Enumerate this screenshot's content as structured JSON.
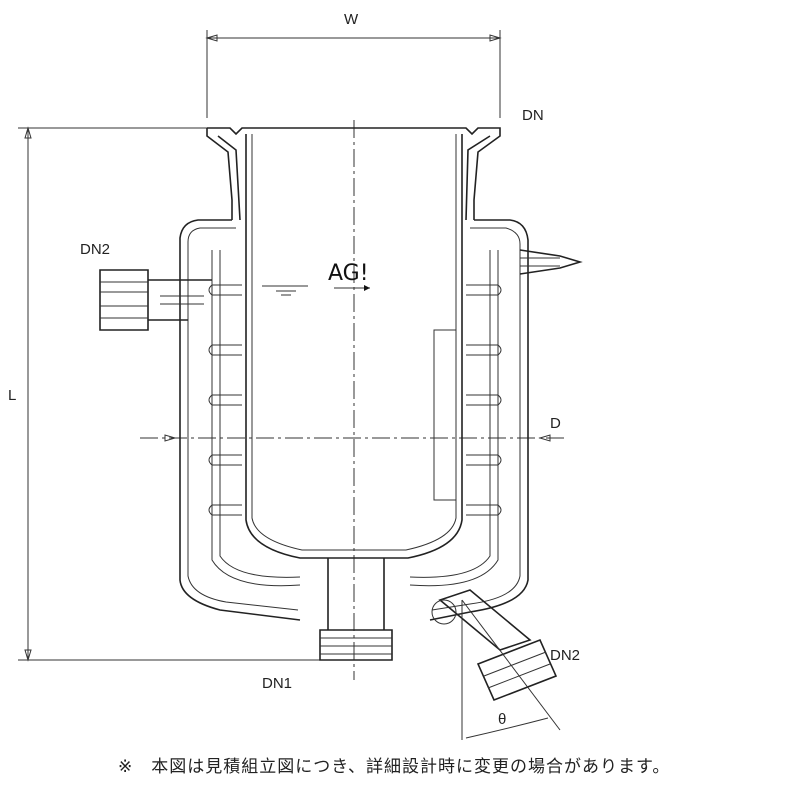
{
  "labels": {
    "width": "W",
    "nozzle_main": "DN",
    "nozzle_side": "DN2",
    "nozzle_bottom": "DN1",
    "nozzle_side_bottom": "DN2",
    "length": "L",
    "diameter": "D",
    "angle": "θ",
    "logo": "AG!"
  },
  "note": "※　本図は見積組立図につき、詳細設計時に変更の場合があります。"
}
